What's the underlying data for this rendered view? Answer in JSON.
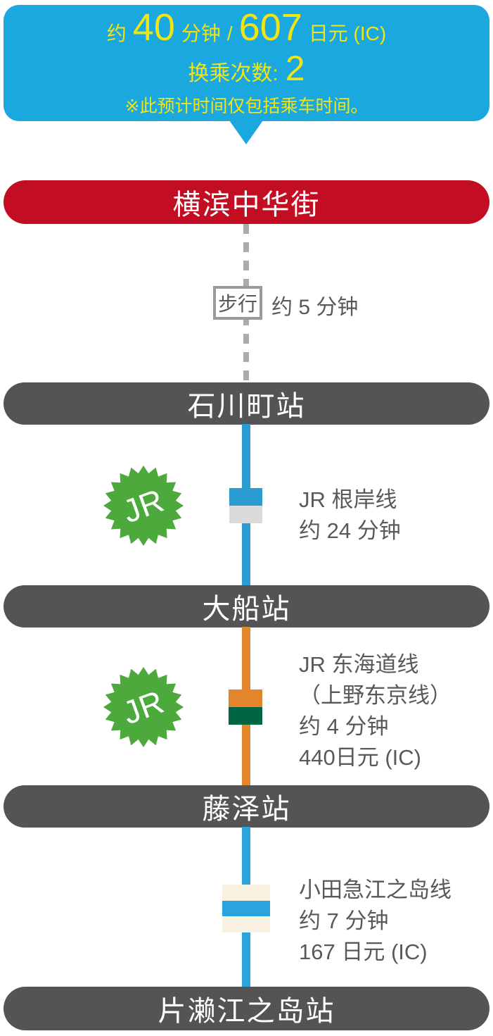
{
  "header": {
    "approx": "约",
    "minutes": "40",
    "minutes_unit": "分钟",
    "slash": "/",
    "fare": "607",
    "fare_unit": "日元 (IC)",
    "transfers_label": "换乘次数:",
    "transfers_value": "2",
    "note": "※此预计时间仅包括乘车时间。"
  },
  "origin": {
    "name": "横滨中华街"
  },
  "walk": {
    "label": "步行",
    "duration": "约 5 分钟"
  },
  "stations": [
    {
      "name": "石川町站"
    },
    {
      "name": "大船站"
    },
    {
      "name": "藤泽站"
    },
    {
      "name": "片濑江之岛站"
    }
  ],
  "segments": [
    {
      "badge": "JR",
      "lines": [
        "JR 根岸线",
        "约 24 分钟"
      ]
    },
    {
      "badge": "JR",
      "lines": [
        "JR 东海道线",
        "（上野东京线）",
        "约 4 分钟",
        "440日元 (IC)"
      ]
    },
    {
      "lines": [
        "小田急江之岛线",
        "约 7 分钟",
        "167 日元 (IC)"
      ]
    }
  ],
  "colors": {
    "bubble_blue": "#1BA8DF",
    "highlight_yellow": "#F0E415",
    "origin_red": "#C30D23",
    "station_gray": "#545456",
    "jr_blue_line": "#2A9CD2",
    "negishi_gray": "#DBDBDB",
    "tokaido_orange": "#E2852B",
    "tokaido_green": "#016442",
    "odakyu_cream": "#F8F1E1",
    "odakyu_blue": "#2BA3DC",
    "badge_green": "#4CA93C",
    "walk_gray": "#ABABAB",
    "text_gray": "#595959"
  }
}
